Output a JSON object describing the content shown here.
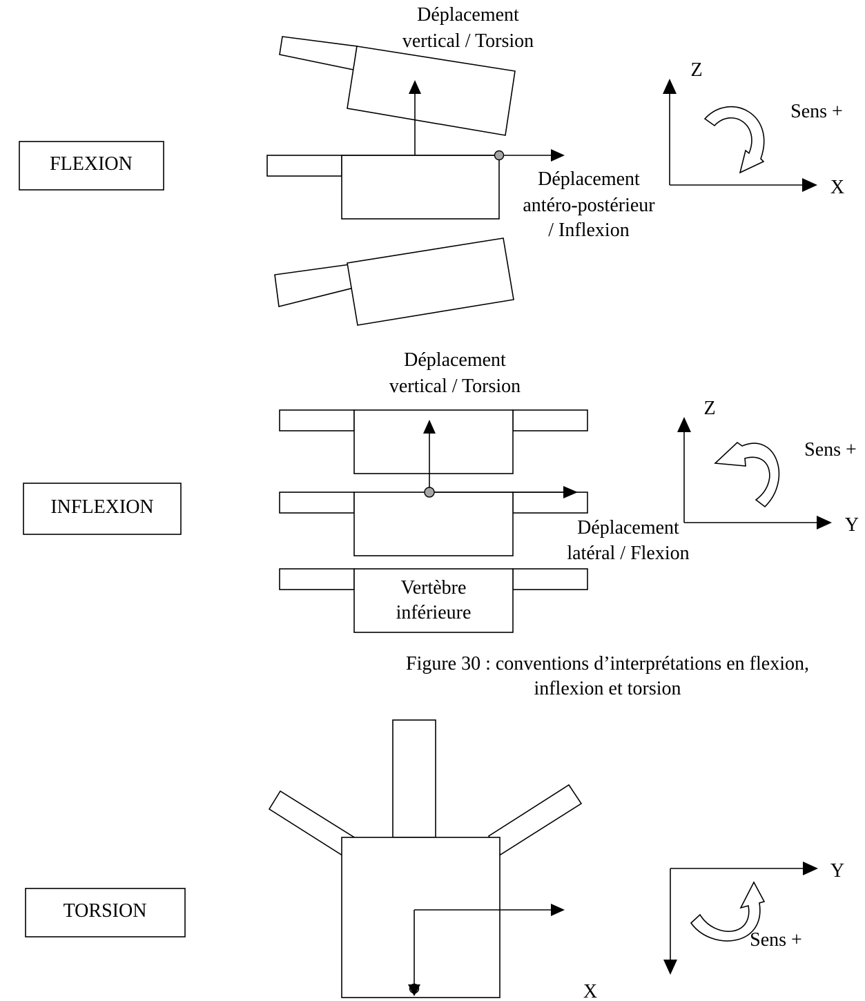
{
  "flexion": {
    "label": "FLEXION",
    "top_caption": [
      "Déplacement",
      "vertical / Torsion"
    ],
    "side_caption": [
      "Déplacement",
      "antéro-postérieur",
      "/ Inflexion"
    ],
    "axis_vertical": "Z",
    "axis_horizontal": "X",
    "sens": "Sens +"
  },
  "inflexion": {
    "label": "INFLEXION",
    "top_caption": [
      "Déplacement",
      "vertical / Torsion"
    ],
    "side_caption": [
      "Déplacement",
      "latéral / Flexion"
    ],
    "lower_vertebra": [
      "Vertèbre",
      "inférieure"
    ],
    "axis_vertical": "Z",
    "axis_horizontal": "Y",
    "sens": "Sens +"
  },
  "figure_caption": [
    "Figure 30 : conventions d’interprétations en flexion,",
    "inflexion et torsion"
  ],
  "torsion": {
    "label": "TORSION",
    "axis_horizontal": "Y",
    "axis_vertical": "X",
    "sens": "Sens +"
  },
  "colors": {
    "stroke": "#000000",
    "pivot_fill": "#a6a6a6",
    "background": "#ffffff"
  }
}
